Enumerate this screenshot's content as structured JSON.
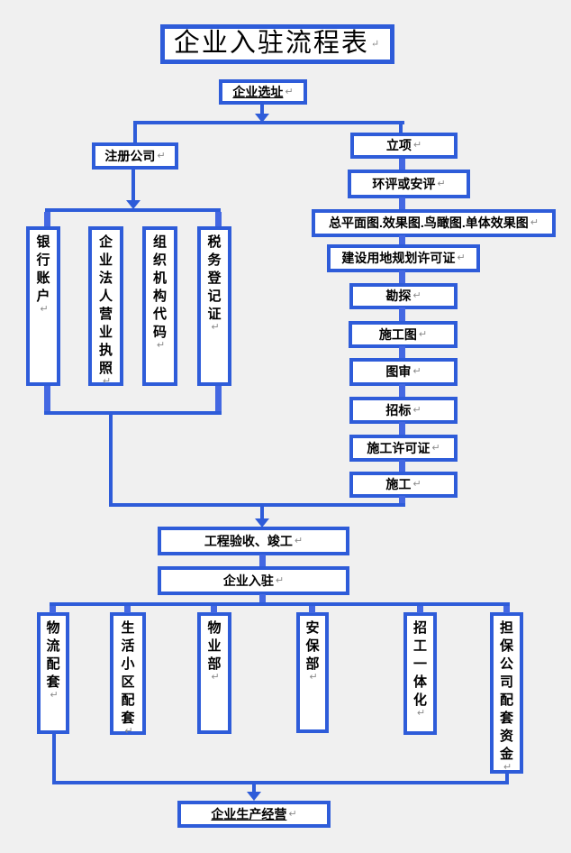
{
  "marks": {
    "return": "↵"
  },
  "nodes": {
    "title": "企业入驻流程表",
    "site_selection": "企业选址",
    "register_company": "注册公司",
    "bank_account": "银行账户",
    "business_license": "企业法人营业执照",
    "org_code": "组织机构代码",
    "tax_cert": "税务登记证",
    "project_approval": "立项",
    "env_safety_review": "环评或安评",
    "drawings": "总平面图.效果图.鸟瞰图.单体效果图",
    "land_permit": "建设用地规划许可证",
    "exploration": "勘探",
    "construction_drawing": "施工图",
    "drawing_review": "图审",
    "bidding": "招标",
    "construction_permit": "施工许可证",
    "construction": "施工",
    "acceptance": "工程验收、竣工",
    "enterprise_entry": "企业入驻",
    "logistics": "物流配套",
    "community": "生活小区配套",
    "property_dept": "物业部",
    "security_dept": "安保部",
    "recruitment": "招工一体化",
    "guarantee_funds": "担保公司配套资金",
    "production": "企业生产经营"
  },
  "colors": {
    "accent_blue": "#2e5cd9",
    "connector_blue": "#4468e2",
    "box_fill": "#ffffff",
    "page_background": "#f0f0f0",
    "text": "#000000",
    "paragraph_mark": "#8a8a8a"
  }
}
